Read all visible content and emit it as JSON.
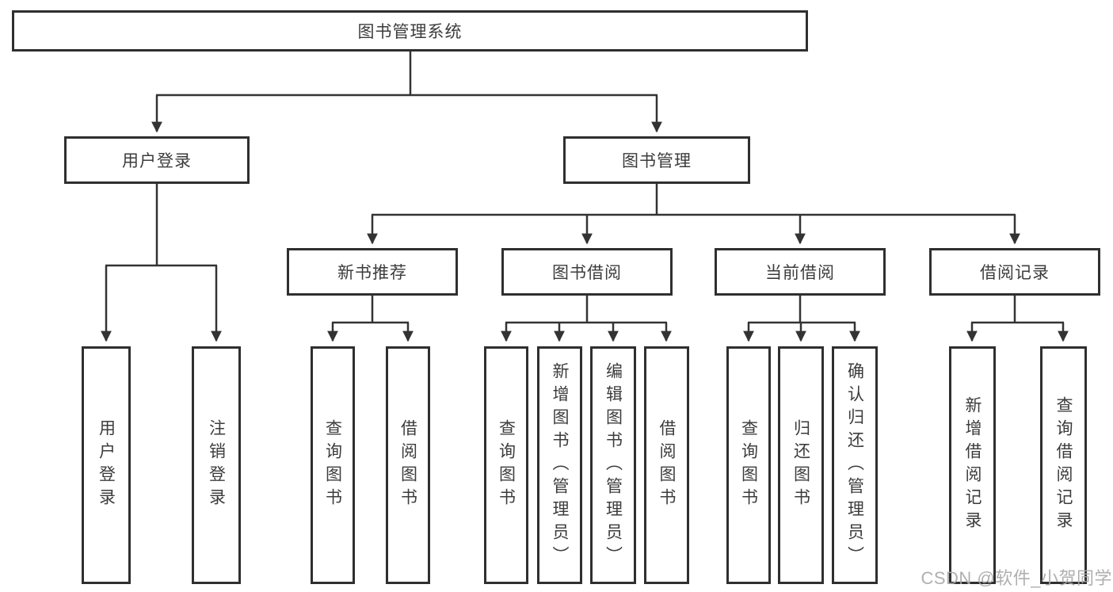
{
  "tree": {
    "root": "图书管理系统",
    "branches": [
      {
        "label": "用户登录",
        "children": [
          "用户登录",
          "注销登录"
        ]
      },
      {
        "label": "图书管理",
        "groups": [
          {
            "label": "新书推荐",
            "children": [
              "查询图书",
              "借阅图书"
            ]
          },
          {
            "label": "图书借阅",
            "children": [
              "查询图书",
              "新增图书（管理员）",
              "编辑图书（管理员）",
              "借阅图书"
            ]
          },
          {
            "label": "当前借阅",
            "children": [
              "查询图书",
              "归还图书",
              "确认归还（管理员）"
            ]
          },
          {
            "label": "借阅记录",
            "children": [
              "新增借阅记录",
              "查询借阅记录"
            ]
          }
        ]
      }
    ]
  },
  "watermark": "CSDN @软件_小贺同学",
  "colors": {
    "line": "#333333",
    "box_border": "#2f2f2f",
    "text": "#3c3c3c",
    "watermark": "#a8a8a8",
    "background": "#ffffff"
  }
}
